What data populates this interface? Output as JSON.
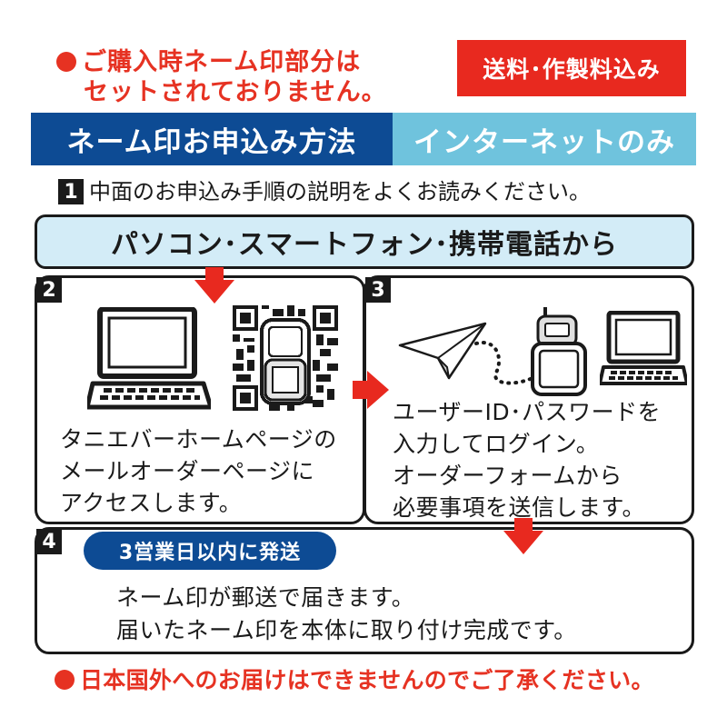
{
  "notice_top": {
    "line1": "ご購入時ネーム印部分は",
    "line2": "セットされておりません。"
  },
  "badge": "送料･作製料込み",
  "header": {
    "title": "ネーム印お申込み方法",
    "subtitle": "インターネットのみ"
  },
  "steps": {
    "step1": {
      "num": "1",
      "text": "中面のお申込み手順の説明をよくお読みください。"
    },
    "banner": "パソコン･スマートフォン･携帯電話から",
    "step2": {
      "num": "2",
      "lines": [
        "タニエバーホームページの",
        "メールオーダーページに",
        "アクセスします。"
      ]
    },
    "step3": {
      "num": "3",
      "lines": [
        "ユーザーID･パスワードを",
        "入力してログイン。",
        "オーダーフォームから",
        "必要事項を送信します。"
      ]
    },
    "step4": {
      "num": "4",
      "pill": "3営業日以内に発送",
      "lines": [
        "ネーム印が郵送で届きます。",
        "届いたネーム印を本体に取り付け完成です。"
      ]
    }
  },
  "notice_bottom": "日本国外へのお届けはできませんのでご了承ください。",
  "colors": {
    "red": "#e63222",
    "navy": "#0d4b94",
    "cyan": "#6fc3dd",
    "light_blue": "#d3ecf7",
    "arrow": "#e8291f"
  },
  "icons": [
    "laptop-icon",
    "qr-code-icon",
    "flip-phone-icon",
    "paper-plane-icon",
    "down-arrow-icon",
    "right-arrow-icon"
  ]
}
